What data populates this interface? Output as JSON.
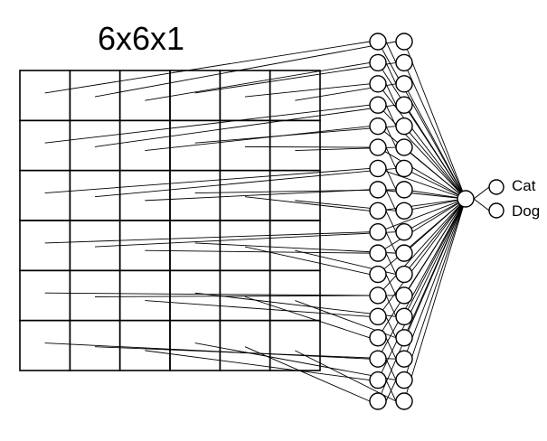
{
  "diagram": {
    "title": "6x6x1",
    "grid": {
      "rows": 6,
      "cols": 6
    },
    "neuron_columns": 2,
    "neurons_per_column": 18,
    "outputs": [
      "Cat",
      "Dog"
    ],
    "colors": {
      "stroke": "#000000",
      "background": "#ffffff"
    }
  }
}
